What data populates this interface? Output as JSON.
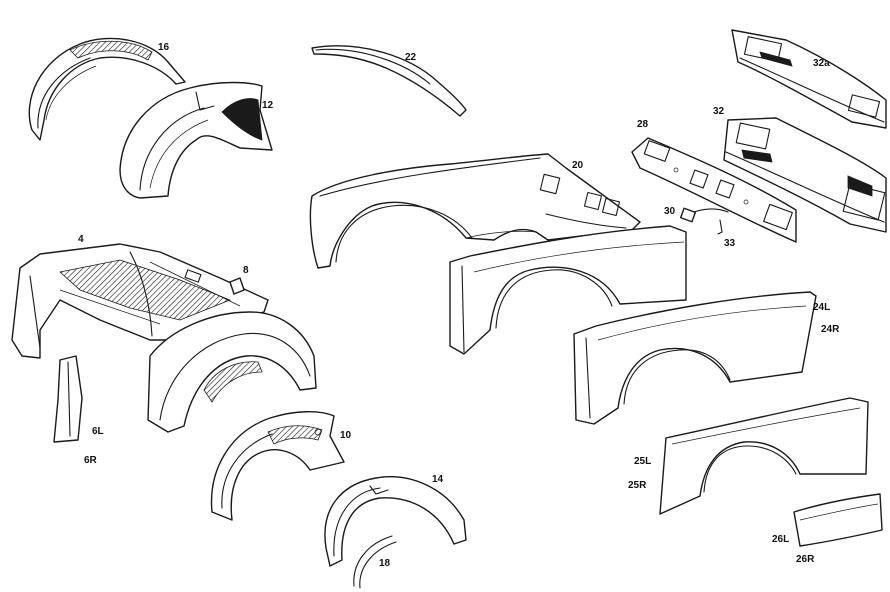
{
  "labels": {
    "p16": "16",
    "p12": "12",
    "p22": "22",
    "p32a": "32a",
    "p32": "32",
    "p28": "28",
    "p20": "20",
    "p30": "30",
    "p33": "33",
    "p4": "4",
    "p8": "8",
    "p6L": "6L",
    "p6R": "6R",
    "p10": "10",
    "p14": "14",
    "p18": "18",
    "p24L": "24L",
    "p24R": "24R",
    "p25L": "25L",
    "p25R": "25R",
    "p26L": "26L",
    "p26R": "26R"
  },
  "colors": {
    "ink": "#1a1a1a",
    "background": "#ffffff"
  }
}
